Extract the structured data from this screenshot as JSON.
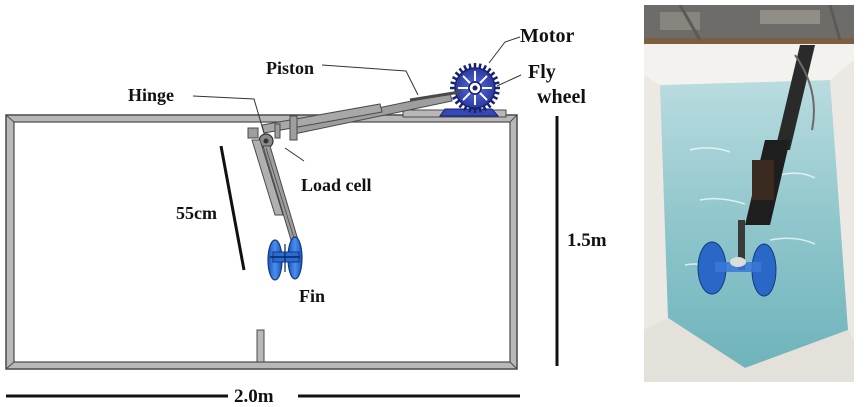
{
  "figure": {
    "labels": {
      "motor": "Motor",
      "fly": "Fly",
      "wheel": "wheel",
      "piston": "Piston",
      "hinge": "Hinge",
      "load_cell": "Load cell",
      "length_55": "55cm",
      "height": "1.5m",
      "width": "2.0m",
      "fin": "Fin"
    },
    "colors": {
      "tank_frame": "#b8b8b8",
      "frame_outline": "#4a4a4a",
      "arm": "#9e9e9e",
      "motor_blue": "#3448b8",
      "fin_blue": "#2a6cd0",
      "water": "#8fc6cc",
      "pool_foam": "#ece9e4"
    },
    "photo": {
      "icon": "experimental-tank-photo"
    }
  }
}
